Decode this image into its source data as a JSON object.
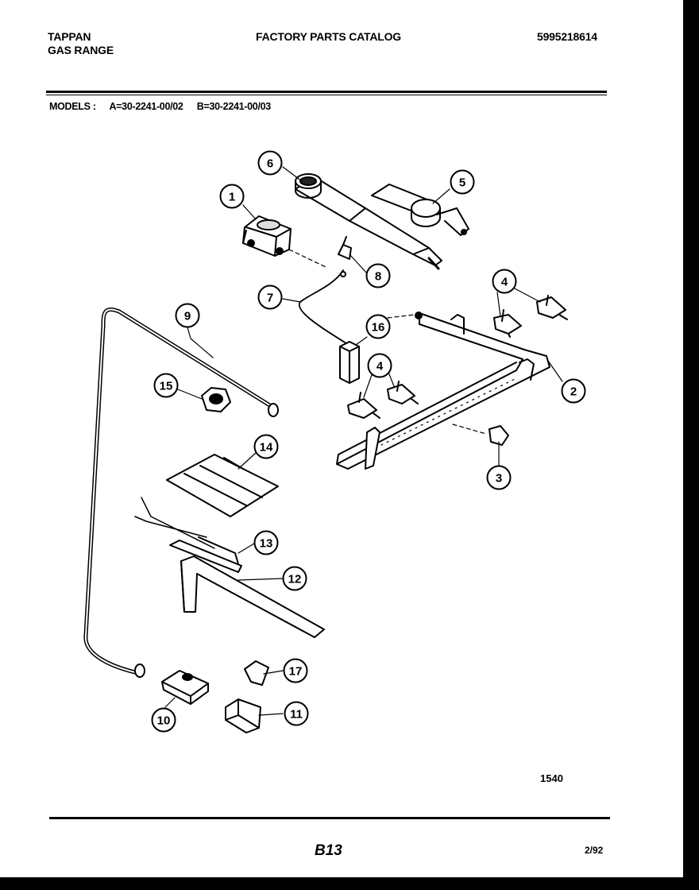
{
  "header": {
    "brand": "TAPPAN",
    "product": "GAS RANGE",
    "title": "FACTORY PARTS CATALOG",
    "catalog_number": "5995218614"
  },
  "models": {
    "label": "MODELS :",
    "model_a": "A=30-2241-00/02",
    "model_b": "B=30-2241-00/03"
  },
  "callouts": [
    "1",
    "2",
    "3",
    "4",
    "4",
    "5",
    "6",
    "7",
    "8",
    "9",
    "10",
    "11",
    "12",
    "13",
    "14",
    "15",
    "16",
    "17"
  ],
  "footer": {
    "reference": "1540",
    "page": "B13",
    "date": "2/92"
  }
}
